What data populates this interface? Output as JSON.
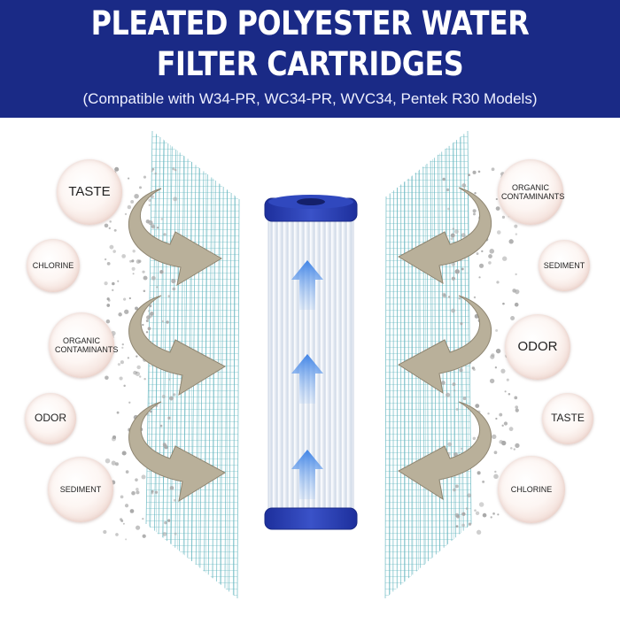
{
  "header": {
    "title_line1": "PLEATED POLYESTER WATER",
    "title_line2": "FILTER CARTRIDGES",
    "subtitle": "(Compatible with W34-PR, WC34-PR, WVC34, Pentek R30 Models)"
  },
  "contaminants_left": [
    "TASTE",
    "CHLORINE",
    "ORGANIC CONTAMINANTS",
    "ODOR",
    "SEDIMENT"
  ],
  "contaminants_right": [
    "ORGANIC CONTAMINANTS",
    "SEDIMENT",
    "ODOR",
    "TASTE",
    "CHLORINE"
  ],
  "colors": {
    "banner": "#1a2a86",
    "end_cap": "#2a3fb0",
    "mesh": "#5fb3bd",
    "flow_arrow": "#b9b09a",
    "up_arrow": "#4f8fe6"
  },
  "icons": [
    "filter-cartridge",
    "flow-arrow",
    "up-arrow",
    "mesh-screen",
    "particle-dots"
  ]
}
